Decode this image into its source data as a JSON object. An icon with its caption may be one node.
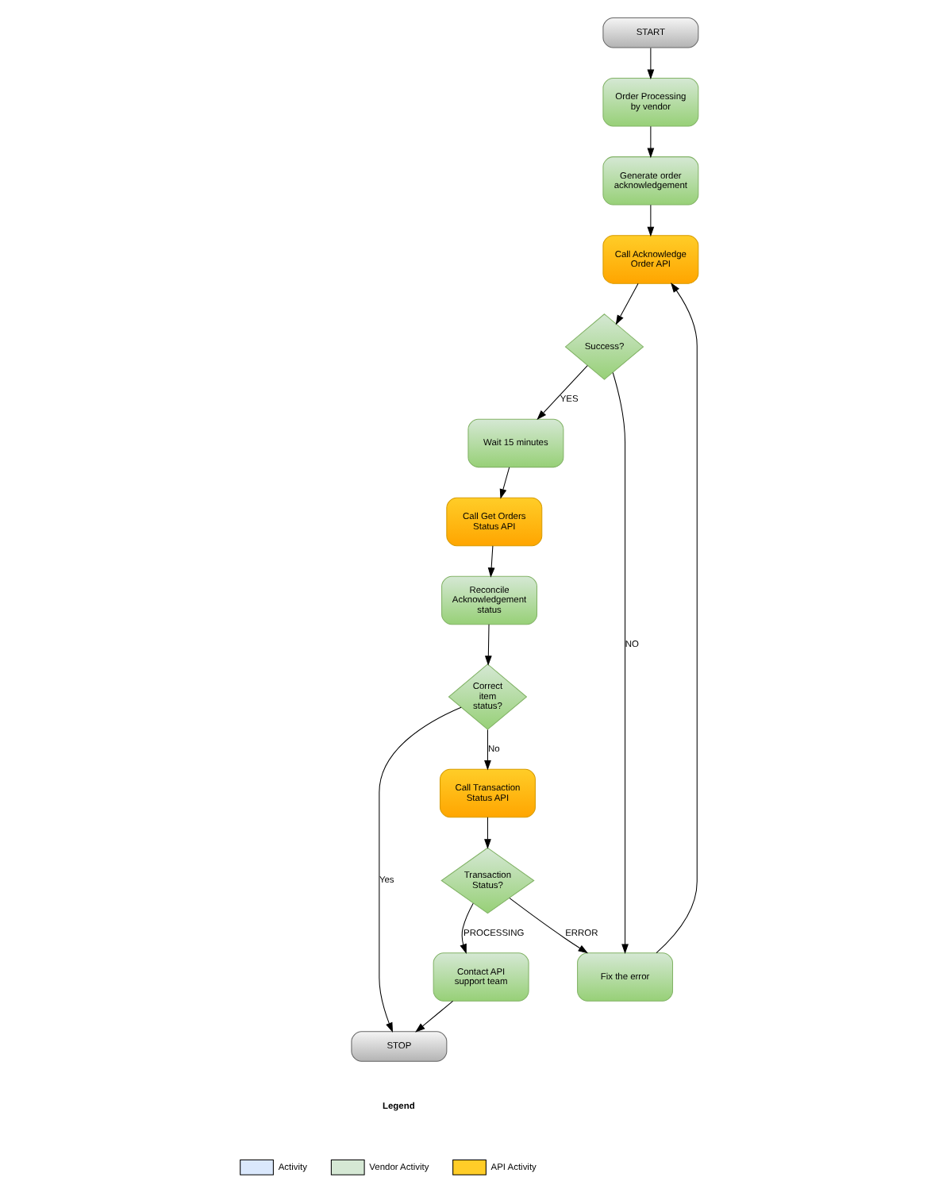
{
  "diagram": {
    "nodes": [
      {
        "text": [
          "START"
        ]
      },
      {
        "text": [
          "Order Processing by vendor"
        ]
      },
      {
        "text": [
          "Generate order acknowledgement"
        ]
      },
      {
        "text": [
          "Call Acknowledge Order API"
        ]
      },
      {
        "text": [
          "Success?"
        ]
      },
      {
        "text": [
          "Fix the error"
        ]
      },
      {
        "text": [
          "Transaction Status?"
        ]
      },
      {
        "text": [
          "Contact API support team"
        ]
      },
      {
        "text": [
          "STOP"
        ]
      },
      {
        "text": [
          "Call Transaction Status API"
        ]
      },
      {
        "text": [
          "Correct item status?"
        ]
      },
      {
        "text": [
          "Reconcile Acknowledgement status"
        ]
      },
      {
        "text": [
          "Call Get Orders Status API"
        ]
      },
      {
        "text": [
          "Wait 15 minutes"
        ]
      }
    ],
    "edges": [
      {
        "from": 0,
        "to": 1,
        "arrow": "to"
      },
      {
        "from": 1,
        "to": 2,
        "arrow": "to"
      },
      {
        "from": 2,
        "to": 3,
        "arrow": "to"
      },
      {
        "from": 3,
        "to": 4,
        "arrow": "to"
      },
      {
        "from": 4,
        "to": 5,
        "arrow": "to",
        "label": "NO"
      },
      {
        "from": 4,
        "to": 13,
        "arrow": "to",
        "label": "YES"
      },
      {
        "from": 13,
        "to": 12,
        "arrow": "to"
      },
      {
        "from": 12,
        "to": 11,
        "arrow": "to"
      },
      {
        "from": 11,
        "to": 10,
        "arrow": "to"
      },
      {
        "from": 10,
        "to": 9,
        "arrow": "to",
        "label": "No"
      },
      {
        "from": 10,
        "to": 8,
        "arrow": "to",
        "label": "Yes"
      },
      {
        "from": 9,
        "to": 6,
        "arrow": "to"
      },
      {
        "from": 6,
        "to": 7,
        "arrow": "to",
        "label": "PROCESSING"
      },
      {
        "from": 6,
        "to": 5,
        "arrow": "to",
        "label": "ERROR"
      },
      {
        "from": 7,
        "to": 8,
        "arrow": "to"
      },
      {
        "from": 5,
        "to": 3,
        "arrow": "to"
      }
    ],
    "labels": [
      "Legend"
    ],
    "legend": [
      {
        "text": "Activity",
        "color": "#dae8fc"
      },
      {
        "text": "Vendor Activity",
        "color": "#d5e8d4"
      },
      {
        "text": "API Activity",
        "color": "#ffcd28"
      }
    ]
  }
}
